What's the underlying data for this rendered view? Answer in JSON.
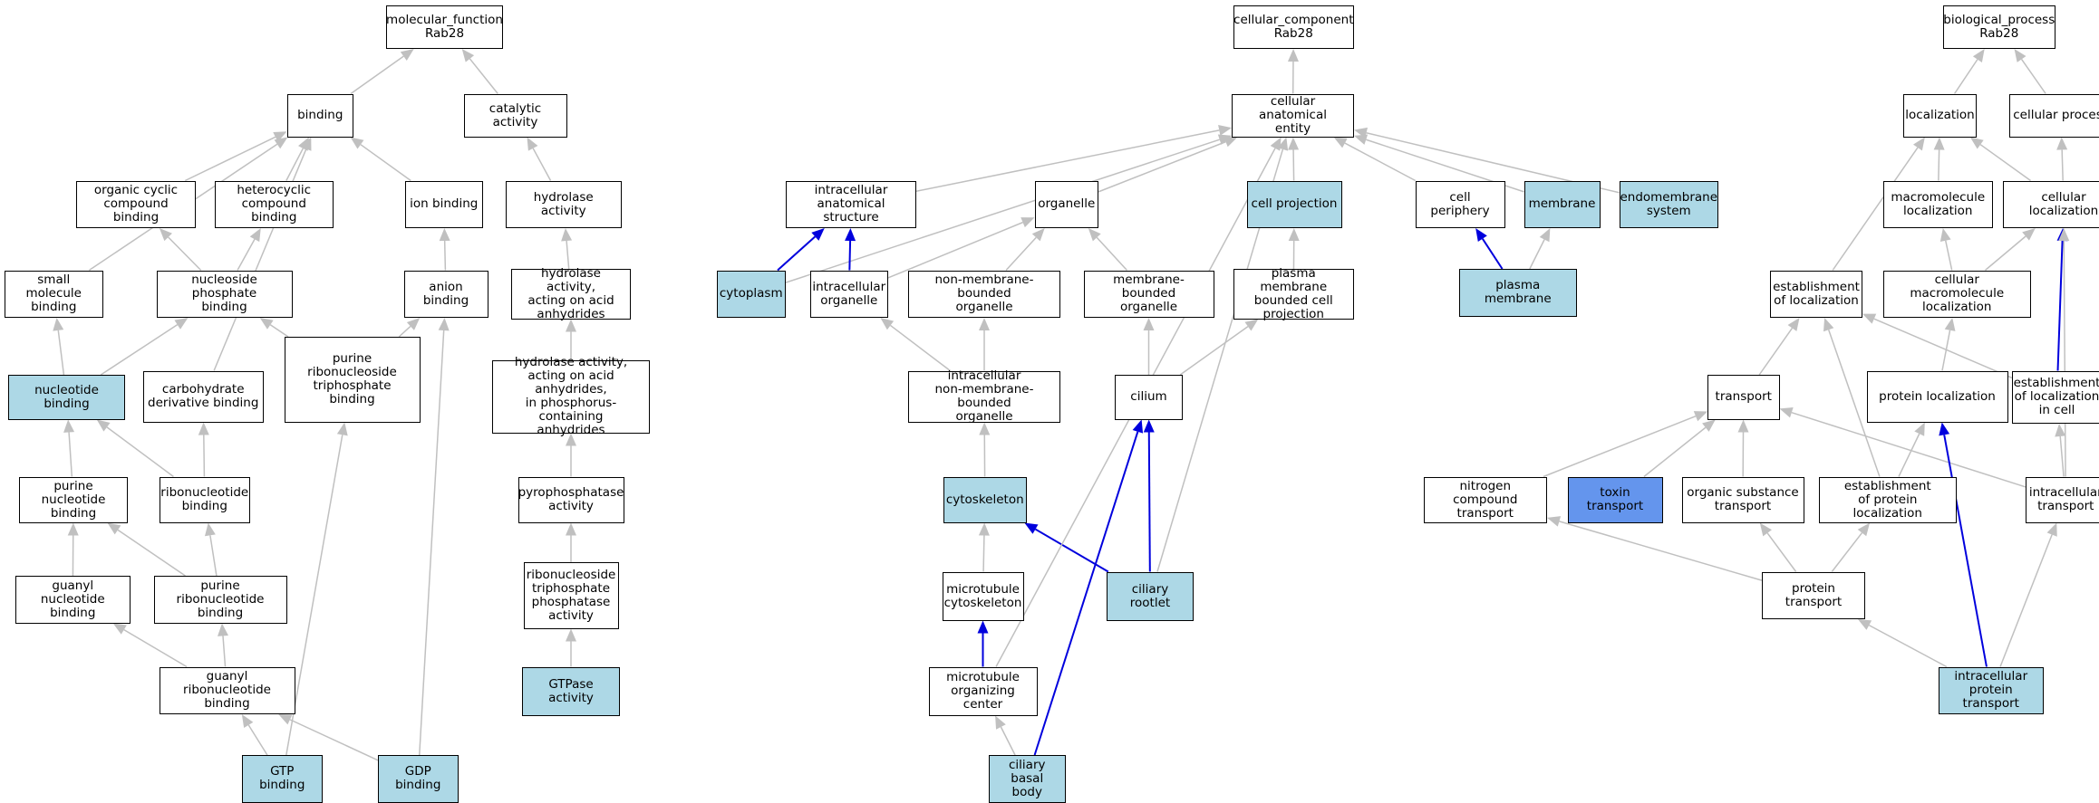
{
  "colors": {
    "default_fill": "#ffffff",
    "annotated_fill": "#add8e6",
    "highlight_fill": "#6495ed",
    "is_a_edge": "#c0c0c0",
    "part_of_edge": "#0000dd",
    "border": "#000000"
  },
  "nodes": [
    {
      "id": "mf",
      "label": "molecular_function\nRab28",
      "fill": "white"
    },
    {
      "id": "binding",
      "label": "binding",
      "fill": "white"
    },
    {
      "id": "catalytic",
      "label": "catalytic activity",
      "fill": "white"
    },
    {
      "id": "orgcyc",
      "label": "organic cyclic\ncompound binding",
      "fill": "white"
    },
    {
      "id": "hetcyc",
      "label": "heterocyclic\ncompound binding",
      "fill": "white"
    },
    {
      "id": "ionb",
      "label": "ion binding",
      "fill": "white"
    },
    {
      "id": "hydrolase",
      "label": "hydrolase activity",
      "fill": "white"
    },
    {
      "id": "smallmol",
      "label": "small molecule\nbinding",
      "fill": "white"
    },
    {
      "id": "nucphos",
      "label": "nucleoside phosphate\nbinding",
      "fill": "white"
    },
    {
      "id": "anionb",
      "label": "anion binding",
      "fill": "white"
    },
    {
      "id": "hydacid",
      "label": "hydrolase activity,\nacting on acid\nanhydrides",
      "fill": "white"
    },
    {
      "id": "nucb",
      "label": "nucleotide binding",
      "fill": "light"
    },
    {
      "id": "carbo",
      "label": "carbohydrate\nderivative binding",
      "fill": "white"
    },
    {
      "id": "purtri",
      "label": "purine ribonucleoside\ntriphosphate\nbinding",
      "fill": "white"
    },
    {
      "id": "hydphos",
      "label": "hydrolase activity,\nacting on acid\nanhydrides,\nin phosphorus-containing\nanhydrides",
      "fill": "white"
    },
    {
      "id": "purnuc",
      "label": "purine nucleotide\nbinding",
      "fill": "white"
    },
    {
      "id": "ribonuc",
      "label": "ribonucleotide\nbinding",
      "fill": "white"
    },
    {
      "id": "pyro",
      "label": "pyrophosphatase\nactivity",
      "fill": "white"
    },
    {
      "id": "guanuc",
      "label": "guanyl nucleotide\nbinding",
      "fill": "white"
    },
    {
      "id": "purribo",
      "label": "purine ribonucleotide\nbinding",
      "fill": "white"
    },
    {
      "id": "ribotri",
      "label": "ribonucleoside\ntriphosphate\nphosphatase\nactivity",
      "fill": "white"
    },
    {
      "id": "guanribo",
      "label": "guanyl ribonucleotide\nbinding",
      "fill": "white"
    },
    {
      "id": "gtpase",
      "label": "GTPase activity",
      "fill": "light"
    },
    {
      "id": "gtpb",
      "label": "GTP binding",
      "fill": "light"
    },
    {
      "id": "gdpb",
      "label": "GDP binding",
      "fill": "light"
    },
    {
      "id": "cc",
      "label": "cellular_component\nRab28",
      "fill": "white"
    },
    {
      "id": "cae",
      "label": "cellular anatomical\nentity",
      "fill": "white"
    },
    {
      "id": "ias",
      "label": "intracellular\nanatomical structure",
      "fill": "white"
    },
    {
      "id": "organelle",
      "label": "organelle",
      "fill": "white"
    },
    {
      "id": "cellproj",
      "label": "cell projection",
      "fill": "light"
    },
    {
      "id": "cellper",
      "label": "cell periphery",
      "fill": "white"
    },
    {
      "id": "membrane",
      "label": "membrane",
      "fill": "light"
    },
    {
      "id": "endomem",
      "label": "endomembrane\nsystem",
      "fill": "light"
    },
    {
      "id": "cytoplasm",
      "label": "cytoplasm",
      "fill": "light"
    },
    {
      "id": "intorg",
      "label": "intracellular\norganelle",
      "fill": "white"
    },
    {
      "id": "nmbo",
      "label": "non-membrane-bounded\norganelle",
      "fill": "white"
    },
    {
      "id": "mbo",
      "label": "membrane-bounded\norganelle",
      "fill": "white"
    },
    {
      "id": "pmbcp",
      "label": "plasma membrane\nbounded cell\nprojection",
      "fill": "white"
    },
    {
      "id": "plasmamem",
      "label": "plasma membrane",
      "fill": "light"
    },
    {
      "id": "inmbo",
      "label": "intracellular\nnon-membrane-bounded\norganelle",
      "fill": "white"
    },
    {
      "id": "cilium",
      "label": "cilium",
      "fill": "white"
    },
    {
      "id": "cytoskel",
      "label": "cytoskeleton",
      "fill": "light"
    },
    {
      "id": "mtcyto",
      "label": "microtubule\ncytoskeleton",
      "fill": "white"
    },
    {
      "id": "cilroot",
      "label": "ciliary rootlet",
      "fill": "light"
    },
    {
      "id": "mtoc",
      "label": "microtubule\norganizing center",
      "fill": "white"
    },
    {
      "id": "cilbasal",
      "label": "ciliary basal\nbody",
      "fill": "light"
    },
    {
      "id": "bp",
      "label": "biological_process\nRab28",
      "fill": "white"
    },
    {
      "id": "loc",
      "label": "localization",
      "fill": "white"
    },
    {
      "id": "cellproc",
      "label": "cellular process",
      "fill": "white"
    },
    {
      "id": "macroloc",
      "label": "macromolecule\nlocalization",
      "fill": "white"
    },
    {
      "id": "cellloc",
      "label": "cellular localization",
      "fill": "white"
    },
    {
      "id": "estloc",
      "label": "establishment\nof localization",
      "fill": "white"
    },
    {
      "id": "cmloc",
      "label": "cellular macromolecule\nlocalization",
      "fill": "white"
    },
    {
      "id": "transport",
      "label": "transport",
      "fill": "white"
    },
    {
      "id": "protloc",
      "label": "protein localization",
      "fill": "white"
    },
    {
      "id": "estloccell",
      "label": "establishment\nof localization\nin cell",
      "fill": "white"
    },
    {
      "id": "nitro",
      "label": "nitrogen compound\ntransport",
      "fill": "white"
    },
    {
      "id": "toxin",
      "label": "toxin transport",
      "fill": "dark"
    },
    {
      "id": "orgsub",
      "label": "organic substance\ntransport",
      "fill": "white"
    },
    {
      "id": "estprot",
      "label": "establishment\nof protein localization",
      "fill": "white"
    },
    {
      "id": "intratrans",
      "label": "intracellular\ntransport",
      "fill": "white"
    },
    {
      "id": "prottrans",
      "label": "protein transport",
      "fill": "white"
    },
    {
      "id": "intraprot",
      "label": "intracellular\nprotein transport",
      "fill": "light"
    }
  ],
  "edges": [
    {
      "from": "binding",
      "to": "mf",
      "type": "is_a"
    },
    {
      "from": "catalytic",
      "to": "mf",
      "type": "is_a"
    },
    {
      "from": "orgcyc",
      "to": "binding",
      "type": "is_a"
    },
    {
      "from": "hetcyc",
      "to": "binding",
      "type": "is_a"
    },
    {
      "from": "ionb",
      "to": "binding",
      "type": "is_a"
    },
    {
      "from": "smallmol",
      "to": "binding",
      "type": "is_a"
    },
    {
      "from": "carbo",
      "to": "binding",
      "type": "is_a"
    },
    {
      "from": "hydrolase",
      "to": "catalytic",
      "type": "is_a"
    },
    {
      "from": "nucphos",
      "to": "orgcyc",
      "type": "is_a"
    },
    {
      "from": "nucphos",
      "to": "hetcyc",
      "type": "is_a"
    },
    {
      "from": "anionb",
      "to": "ionb",
      "type": "is_a"
    },
    {
      "from": "hydacid",
      "to": "hydrolase",
      "type": "is_a"
    },
    {
      "from": "nucb",
      "to": "smallmol",
      "type": "is_a"
    },
    {
      "from": "nucb",
      "to": "nucphos",
      "type": "is_a"
    },
    {
      "from": "purtri",
      "to": "nucphos",
      "type": "is_a"
    },
    {
      "from": "purtri",
      "to": "anionb",
      "type": "is_a"
    },
    {
      "from": "hydphos",
      "to": "hydacid",
      "type": "is_a"
    },
    {
      "from": "purnuc",
      "to": "nucb",
      "type": "is_a"
    },
    {
      "from": "ribonuc",
      "to": "nucb",
      "type": "is_a"
    },
    {
      "from": "ribonuc",
      "to": "carbo",
      "type": "is_a"
    },
    {
      "from": "pyro",
      "to": "hydphos",
      "type": "is_a"
    },
    {
      "from": "guanuc",
      "to": "purnuc",
      "type": "is_a"
    },
    {
      "from": "purribo",
      "to": "purnuc",
      "type": "is_a"
    },
    {
      "from": "purribo",
      "to": "ribonuc",
      "type": "is_a"
    },
    {
      "from": "ribotri",
      "to": "pyro",
      "type": "is_a"
    },
    {
      "from": "guanribo",
      "to": "guanuc",
      "type": "is_a"
    },
    {
      "from": "guanribo",
      "to": "purribo",
      "type": "is_a"
    },
    {
      "from": "gtpase",
      "to": "ribotri",
      "type": "is_a"
    },
    {
      "from": "gtpb",
      "to": "guanribo",
      "type": "is_a"
    },
    {
      "from": "gtpb",
      "to": "purtri",
      "type": "is_a"
    },
    {
      "from": "gdpb",
      "to": "guanribo",
      "type": "is_a"
    },
    {
      "from": "gdpb",
      "to": "anionb",
      "type": "is_a"
    },
    {
      "from": "cae",
      "to": "cc",
      "type": "is_a"
    },
    {
      "from": "ias",
      "to": "cae",
      "type": "is_a"
    },
    {
      "from": "organelle",
      "to": "cae",
      "type": "is_a"
    },
    {
      "from": "cellproj",
      "to": "cae",
      "type": "is_a"
    },
    {
      "from": "cellper",
      "to": "cae",
      "type": "is_a"
    },
    {
      "from": "membrane",
      "to": "cae",
      "type": "is_a"
    },
    {
      "from": "endomem",
      "to": "cae",
      "type": "is_a"
    },
    {
      "from": "cytoplasm",
      "to": "cae",
      "type": "is_a"
    },
    {
      "from": "cytoplasm",
      "to": "ias",
      "type": "part_of"
    },
    {
      "from": "intorg",
      "to": "ias",
      "type": "part_of"
    },
    {
      "from": "intorg",
      "to": "organelle",
      "type": "is_a"
    },
    {
      "from": "nmbo",
      "to": "organelle",
      "type": "is_a"
    },
    {
      "from": "mbo",
      "to": "organelle",
      "type": "is_a"
    },
    {
      "from": "pmbcp",
      "to": "cellproj",
      "type": "is_a"
    },
    {
      "from": "plasmamem",
      "to": "cellper",
      "type": "part_of"
    },
    {
      "from": "plasmamem",
      "to": "membrane",
      "type": "is_a"
    },
    {
      "from": "inmbo",
      "to": "intorg",
      "type": "is_a"
    },
    {
      "from": "inmbo",
      "to": "nmbo",
      "type": "is_a"
    },
    {
      "from": "cilium",
      "to": "mbo",
      "type": "is_a"
    },
    {
      "from": "cilium",
      "to": "pmbcp",
      "type": "is_a"
    },
    {
      "from": "cytoskel",
      "to": "inmbo",
      "type": "is_a"
    },
    {
      "from": "mtcyto",
      "to": "cytoskel",
      "type": "is_a"
    },
    {
      "from": "cilroot",
      "to": "cytoskel",
      "type": "part_of"
    },
    {
      "from": "cilroot",
      "to": "cilium",
      "type": "part_of"
    },
    {
      "from": "cilroot",
      "to": "cae",
      "type": "is_a"
    },
    {
      "from": "mtoc",
      "to": "mtcyto",
      "type": "part_of"
    },
    {
      "from": "mtoc",
      "to": "cae",
      "type": "is_a"
    },
    {
      "from": "cilbasal",
      "to": "mtoc",
      "type": "is_a"
    },
    {
      "from": "cilbasal",
      "to": "cilium",
      "type": "part_of"
    },
    {
      "from": "loc",
      "to": "bp",
      "type": "is_a"
    },
    {
      "from": "cellproc",
      "to": "bp",
      "type": "is_a"
    },
    {
      "from": "macroloc",
      "to": "loc",
      "type": "is_a"
    },
    {
      "from": "cellloc",
      "to": "loc",
      "type": "is_a"
    },
    {
      "from": "cellloc",
      "to": "cellproc",
      "type": "is_a"
    },
    {
      "from": "estloc",
      "to": "loc",
      "type": "is_a"
    },
    {
      "from": "cmloc",
      "to": "macroloc",
      "type": "is_a"
    },
    {
      "from": "cmloc",
      "to": "cellloc",
      "type": "is_a"
    },
    {
      "from": "transport",
      "to": "estloc",
      "type": "is_a"
    },
    {
      "from": "protloc",
      "to": "cmloc",
      "type": "is_a"
    },
    {
      "from": "estloccell",
      "to": "estloc",
      "type": "is_a"
    },
    {
      "from": "estloccell",
      "to": "cellloc",
      "type": "part_of"
    },
    {
      "from": "nitro",
      "to": "transport",
      "type": "is_a"
    },
    {
      "from": "toxin",
      "to": "transport",
      "type": "is_a"
    },
    {
      "from": "orgsub",
      "to": "transport",
      "type": "is_a"
    },
    {
      "from": "estprot",
      "to": "estloc",
      "type": "is_a"
    },
    {
      "from": "estprot",
      "to": "protloc",
      "type": "is_a"
    },
    {
      "from": "intratrans",
      "to": "transport",
      "type": "is_a"
    },
    {
      "from": "intratrans",
      "to": "estloccell",
      "type": "is_a"
    },
    {
      "from": "intratrans",
      "to": "cellloc",
      "type": "is_a"
    },
    {
      "from": "prottrans",
      "to": "nitro",
      "type": "is_a"
    },
    {
      "from": "prottrans",
      "to": "orgsub",
      "type": "is_a"
    },
    {
      "from": "prottrans",
      "to": "estprot",
      "type": "is_a"
    },
    {
      "from": "intraprot",
      "to": "prottrans",
      "type": "is_a"
    },
    {
      "from": "intraprot",
      "to": "intratrans",
      "type": "is_a"
    },
    {
      "from": "intraprot",
      "to": "protloc",
      "type": "part_of"
    }
  ]
}
